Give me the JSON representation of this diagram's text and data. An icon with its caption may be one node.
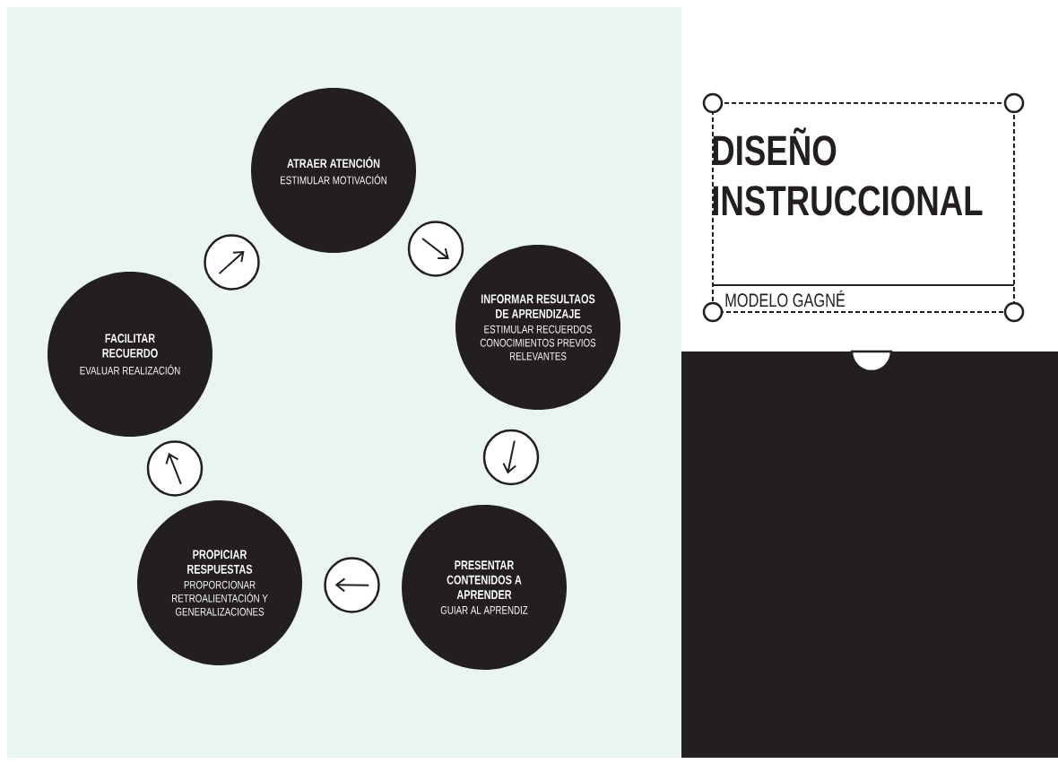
{
  "diagram": {
    "title": "DISEÑO INSTRUCCIONAL",
    "nodes": [
      {
        "text": [
          "ATRAER ATENCIÓN",
          "ESTIMULAR MOTIVACIÓN"
        ]
      },
      {
        "text": [
          "INFORMAR RESULTAOS DE APRENDIZAJE",
          "ESTIMULAR RECUERDOS CONOCIMIENTOS PREVIOS RELEVANTES"
        ]
      },
      {
        "text": [
          "PRESENTAR CONTENIDOS A APRENDER",
          "GUIAR AL APRENDIZ"
        ]
      },
      {
        "text": [
          "PROPICIAR RESPUESTAS",
          "PROPORCIONAR RETROALIENTACIÓN Y GENERALIZACIONES"
        ]
      },
      {
        "text": [
          "FACILITAR RECUERDO",
          "EVALUAR REALIZACIÓN"
        ]
      }
    ],
    "edges": [
      {
        "from": 0,
        "to": 1,
        "arrow": "to"
      },
      {
        "from": 1,
        "to": 2,
        "arrow": "to"
      },
      {
        "from": 2,
        "to": 3,
        "arrow": "to"
      },
      {
        "from": 3,
        "to": 4,
        "arrow": "to"
      },
      {
        "from": 4,
        "to": 0,
        "arrow": "to"
      }
    ],
    "labels": [
      "MODELO GAGNÉ"
    ]
  }
}
